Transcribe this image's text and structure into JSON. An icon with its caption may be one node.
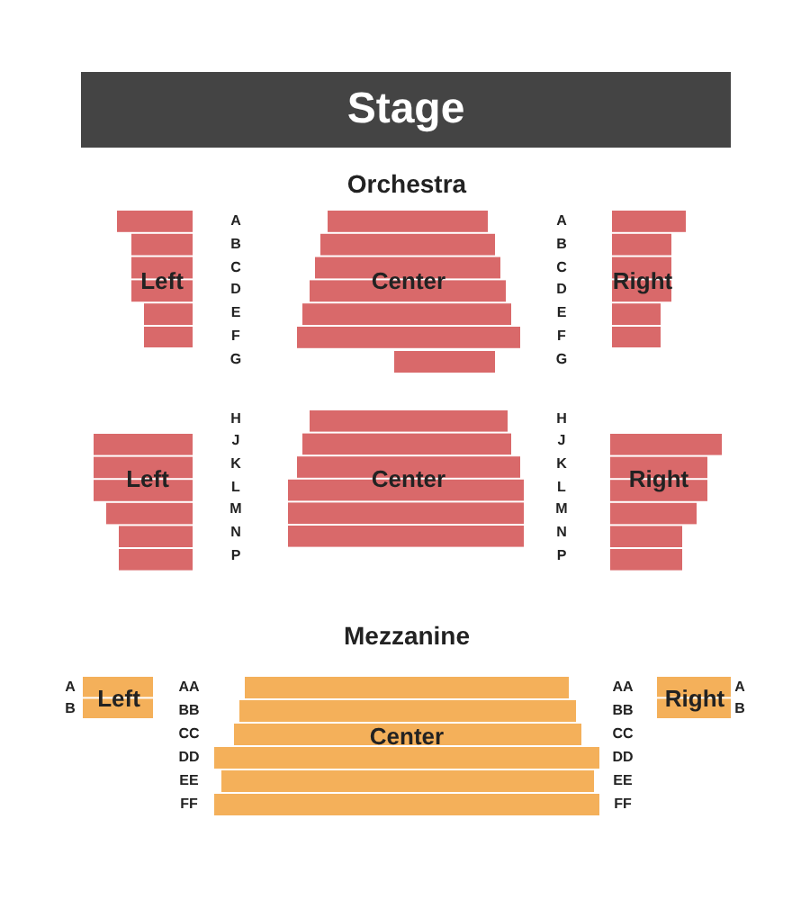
{
  "diagram": {
    "nodes": [
      {
        "text": [
          "Stage"
        ]
      },
      {
        "text": [
          "Left"
        ]
      },
      {
        "text": [
          "Center"
        ]
      },
      {
        "text": [
          "Right"
        ]
      },
      {
        "text": [
          "Left"
        ]
      },
      {
        "text": [
          "Center"
        ]
      },
      {
        "text": [
          "Right"
        ]
      },
      {
        "text": [
          "Left"
        ],
        "beside": [
          "A",
          "B"
        ]
      },
      {
        "text": [
          "Center"
        ]
      },
      {
        "text": [
          "Right"
        ],
        "beside": [
          "A",
          "B"
        ]
      }
    ],
    "labels": [
      "Orchestra",
      "A",
      "B",
      "C",
      "D",
      "E",
      "F",
      "G",
      "A",
      "B",
      "C",
      "D",
      "E",
      "F",
      "G",
      "H",
      "J",
      "K",
      "L",
      "M",
      "N",
      "P",
      "H",
      "J",
      "K",
      "L",
      "M",
      "N",
      "P",
      "Mezzanine",
      "AA",
      "BB",
      "CC",
      "DD",
      "EE",
      "FF",
      "AA",
      "BB",
      "CC",
      "DD",
      "EE",
      "FF"
    ]
  }
}
